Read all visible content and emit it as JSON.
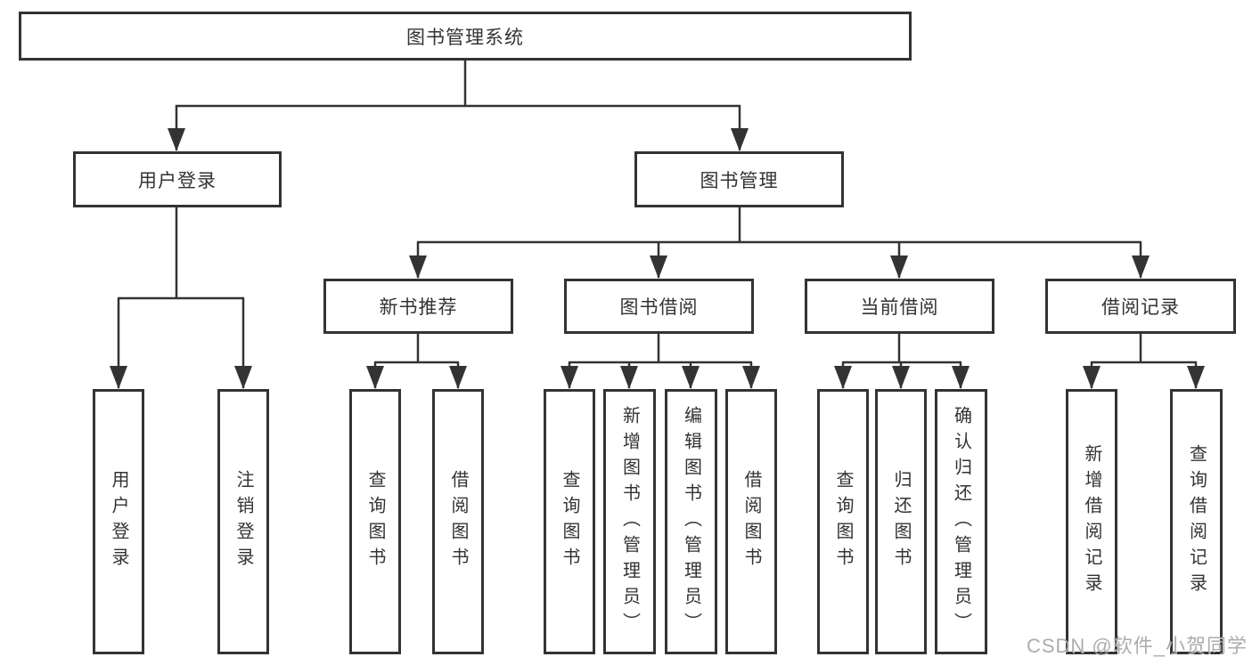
{
  "diagram": {
    "root": {
      "label": "图书管理系统"
    },
    "login": {
      "label": "用户登录",
      "children": [
        {
          "label": "用户登录"
        },
        {
          "label": "注销登录"
        }
      ]
    },
    "management": {
      "label": "图书管理",
      "sections": [
        {
          "label": "新书推荐",
          "children": [
            {
              "label": "查询图书"
            },
            {
              "label": "借阅图书"
            }
          ]
        },
        {
          "label": "图书借阅",
          "children": [
            {
              "label": "查询图书"
            },
            {
              "label": "新增图书（管理员）"
            },
            {
              "label": "编辑图书（管理员）"
            },
            {
              "label": "借阅图书"
            }
          ]
        },
        {
          "label": "当前借阅",
          "children": [
            {
              "label": "查询图书"
            },
            {
              "label": "归还图书"
            },
            {
              "label": "确认归还（管理员）"
            }
          ]
        },
        {
          "label": "借阅记录",
          "children": [
            {
              "label": "新增借阅记录"
            },
            {
              "label": "查询借阅记录"
            }
          ]
        }
      ]
    },
    "colors": {
      "line": "#333333",
      "box_border": "#333333",
      "box_fill": "#ffffff",
      "text": "#333333",
      "watermark": "#9e9e9e"
    }
  },
  "watermark": "CSDN @软件_小贺同学"
}
